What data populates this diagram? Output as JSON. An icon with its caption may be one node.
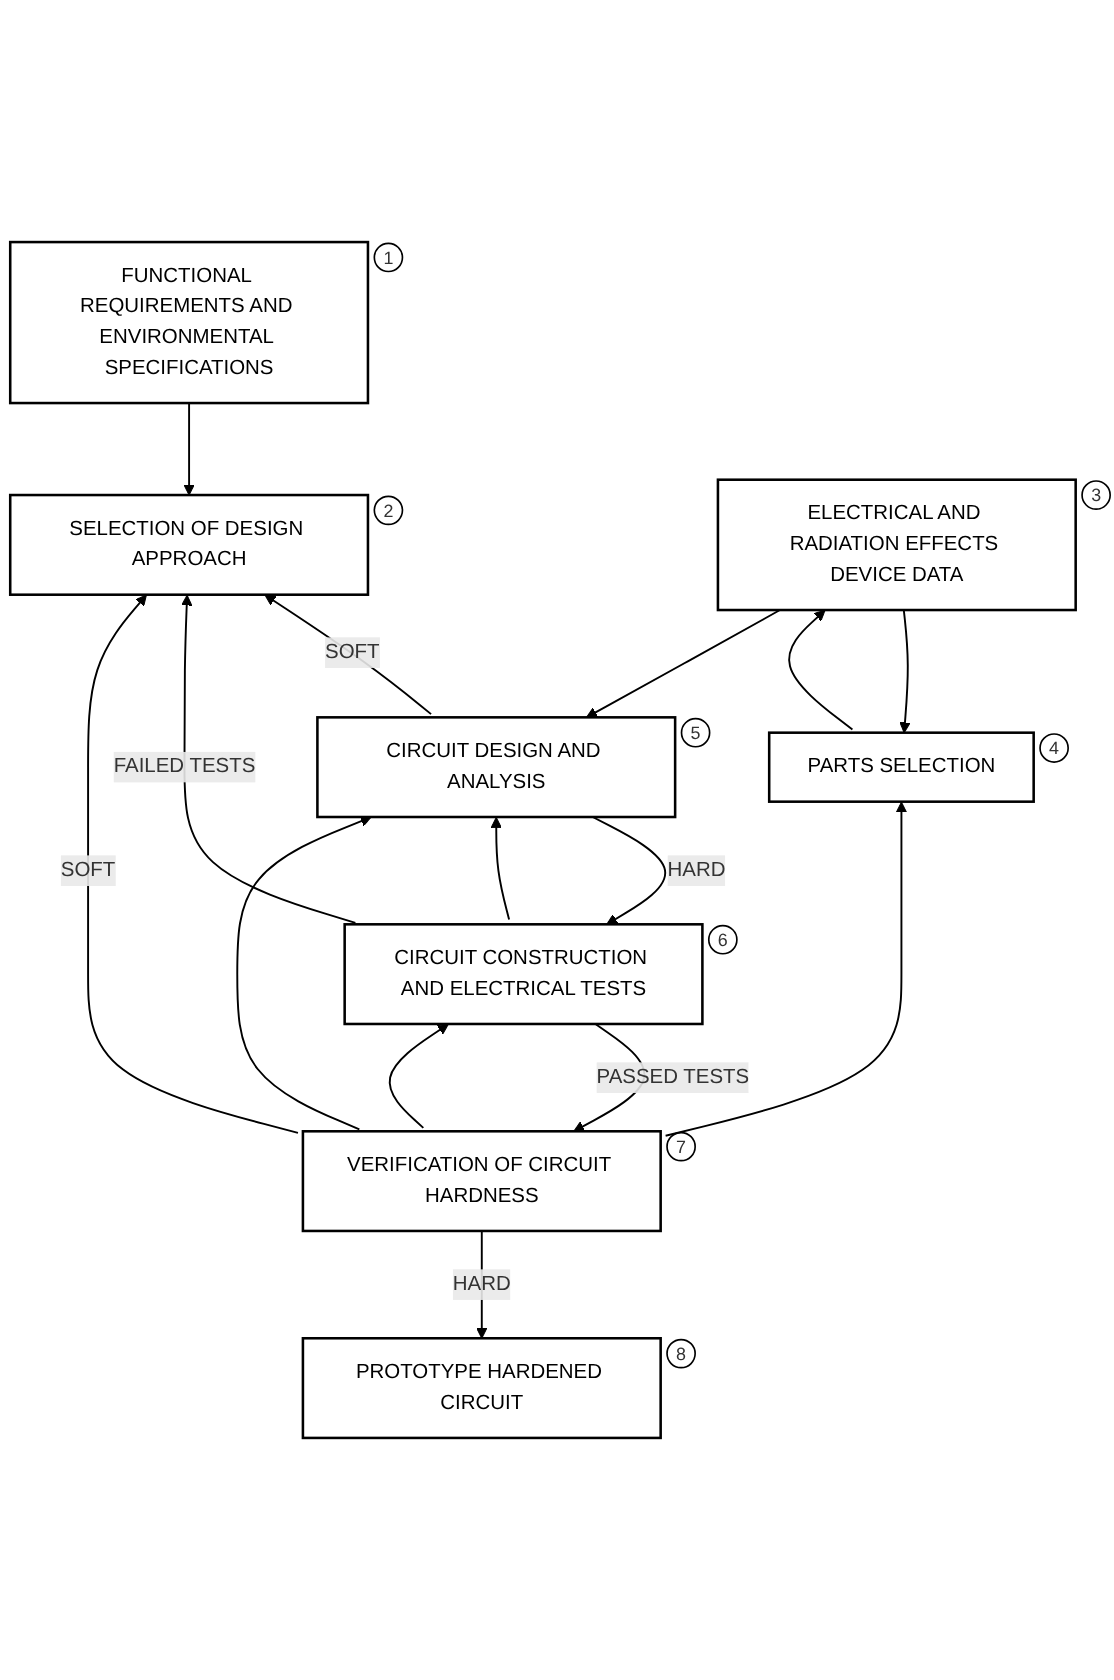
{
  "diagram": {
    "nodes": [
      {
        "text": [
          "FUNCTIONAL REQUIREMENTS AND ENVIRONMENTAL SPECIFICATIONS"
        ],
        "beside": [
          "1"
        ]
      },
      {
        "text": [
          "SELECTION OF DESIGN APPROACH"
        ],
        "beside": [
          "2"
        ]
      },
      {
        "text": [
          "ELECTRICAL AND RADIATION EFFECTS DEVICE DATA"
        ],
        "beside": [
          "3"
        ]
      },
      {
        "text": [
          "PARTS SELECTION"
        ],
        "beside": [
          "4"
        ]
      },
      {
        "text": [
          "CIRCUIT DESIGN AND ANALYSIS"
        ],
        "beside": [
          "5"
        ]
      },
      {
        "text": [
          "CIRCUIT CONSTRUCTION AND ELECTRICAL TESTS"
        ],
        "beside": [
          "6"
        ]
      },
      {
        "text": [
          "VERIFICATION OF CIRCUIT HARDNESS"
        ],
        "beside": [
          "7"
        ]
      },
      {
        "text": [
          "PROTOTYPE HARDENED CIRCUIT"
        ],
        "beside": [
          "8"
        ]
      }
    ],
    "edges": [
      {
        "from": 0,
        "to": 1,
        "arrow": "to"
      },
      {
        "from": 2,
        "to": 3,
        "arrow": "to"
      },
      {
        "from": 3,
        "to": 2,
        "arrow": "to"
      },
      {
        "from": 2,
        "to": 4,
        "arrow": "to"
      },
      {
        "from": 4,
        "to": 5,
        "label": "HARD",
        "arrow": "to"
      },
      {
        "from": 5,
        "to": 6,
        "label": "PASSED TESTS",
        "arrow": "to"
      },
      {
        "from": 6,
        "to": 7,
        "label": "HARD",
        "arrow": "to"
      },
      {
        "from": 4,
        "to": 1,
        "label": "SOFT",
        "arrow": "to"
      },
      {
        "from": 5,
        "to": 1,
        "label": "FAILED TESTS",
        "arrow": "to"
      },
      {
        "from": 5,
        "to": 4,
        "arrow": "to"
      },
      {
        "from": 6,
        "to": 1,
        "label": "SOFT",
        "arrow": "to"
      },
      {
        "from": 6,
        "to": 3,
        "arrow": "to"
      },
      {
        "from": 6,
        "to": 4,
        "arrow": "to"
      },
      {
        "from": 6,
        "to": 5,
        "arrow": "to"
      }
    ]
  }
}
